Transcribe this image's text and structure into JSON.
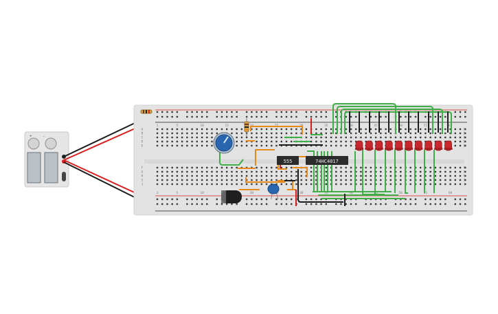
{
  "breadboard": {
    "column_numbers": [
      "1",
      "5",
      "10",
      "15",
      "20",
      "25",
      "30",
      "35",
      "40",
      "45",
      "50",
      "55",
      "60"
    ],
    "row_letters_top": [
      "A",
      "B",
      "C",
      "D",
      "E"
    ],
    "row_letters_bottom": [
      "F",
      "G",
      "H",
      "I",
      "J"
    ]
  },
  "chips": {
    "timer_label": "555",
    "counter_label": "74HC4017"
  },
  "battery": {
    "plus_sign": "+",
    "minus_sign": "-"
  },
  "leds": {
    "count": 10,
    "color": "#c8272d"
  },
  "colors": {
    "board": "#e3e3e3",
    "wire_green": "#3fae49",
    "wire_orange": "#e8891c",
    "wire_red": "#d81e1e",
    "wire_black": "#1c1c1c",
    "pot_knob": "#2a66b0",
    "chip_body": "#2b2b2b"
  }
}
